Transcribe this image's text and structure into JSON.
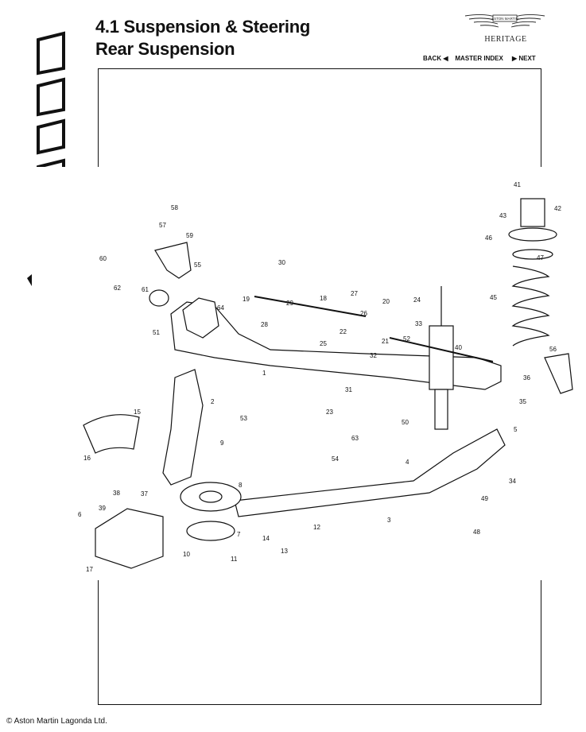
{
  "header": {
    "section_title": "4.1 Suspension & Steering",
    "subtitle": "Rear Suspension",
    "brand_name": "ASTON MARTIN",
    "heritage": "HERITAGE",
    "side_logo": "Virage"
  },
  "nav": {
    "back": "BACK",
    "master_index": "MASTER INDEX",
    "next": "NEXT"
  },
  "diagram": {
    "part_numbers": [
      "1",
      "2",
      "3",
      "4",
      "5",
      "6",
      "7",
      "8",
      "9",
      "10",
      "11",
      "12",
      "13",
      "14",
      "15",
      "16",
      "17",
      "18",
      "19",
      "20",
      "21",
      "22",
      "23",
      "24",
      "25",
      "26",
      "27",
      "28",
      "29",
      "30",
      "31",
      "32",
      "33",
      "34",
      "35",
      "36",
      "37",
      "38",
      "39",
      "40",
      "41",
      "42",
      "43",
      "45",
      "46",
      "47",
      "48",
      "49",
      "50",
      "51",
      "52",
      "53",
      "54",
      "55",
      "56",
      "57",
      "58",
      "59",
      "60",
      "61",
      "62",
      "63",
      "64"
    ]
  },
  "footer": {
    "copyright": "© Aston Martin Lagonda Ltd."
  }
}
